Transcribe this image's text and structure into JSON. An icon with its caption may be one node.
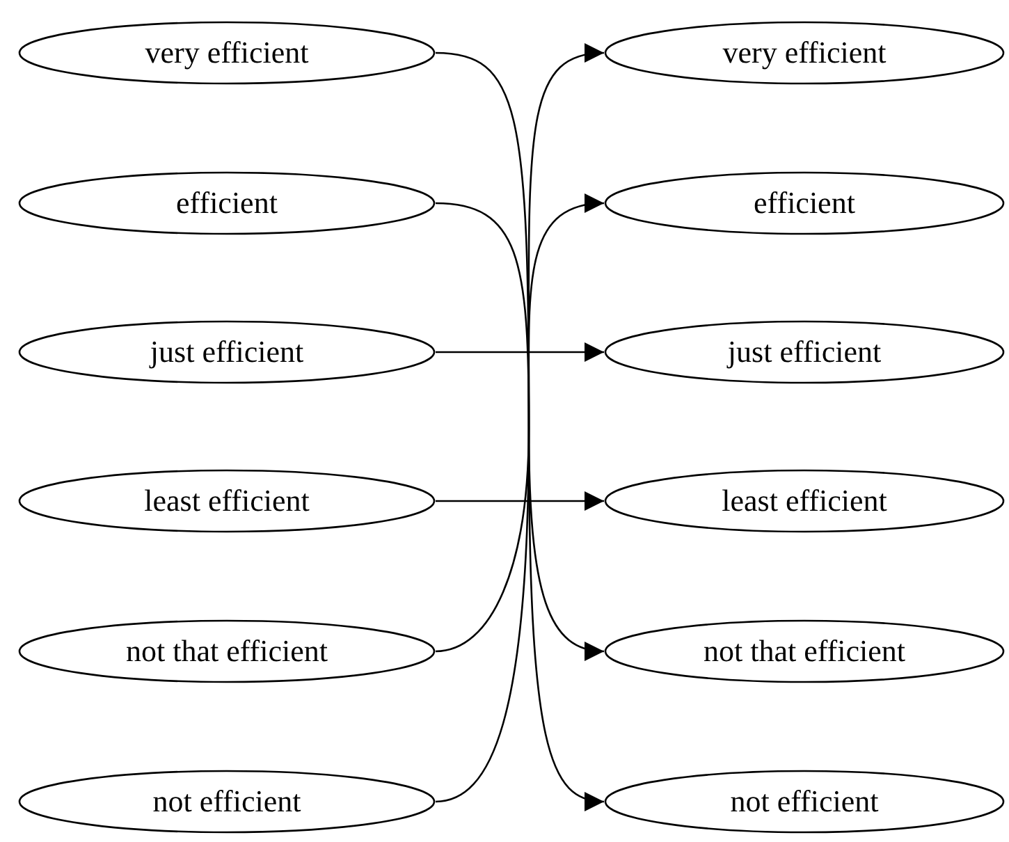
{
  "diagram": {
    "nodes": [
      {
        "text": [
          "very efficient"
        ]
      },
      {
        "text": [
          "very efficient"
        ]
      },
      {
        "text": [
          "efficient"
        ]
      },
      {
        "text": [
          "efficient"
        ]
      },
      {
        "text": [
          "just efficient"
        ]
      },
      {
        "text": [
          "just efficient"
        ]
      },
      {
        "text": [
          "least efficient"
        ]
      },
      {
        "text": [
          "least efficient"
        ]
      },
      {
        "text": [
          "not that efficient"
        ]
      },
      {
        "text": [
          "not that efficient"
        ]
      },
      {
        "text": [
          "not efficient"
        ]
      },
      {
        "text": [
          "not efficient"
        ]
      }
    ],
    "edges": [
      {
        "from": 0,
        "to": 11,
        "arrow": "to"
      },
      {
        "from": 2,
        "to": 9,
        "arrow": "to"
      },
      {
        "from": 4,
        "to": 5,
        "arrow": "to"
      },
      {
        "from": 6,
        "to": 7,
        "arrow": "to"
      },
      {
        "from": 8,
        "to": 3,
        "arrow": "to"
      },
      {
        "from": 10,
        "to": 1,
        "arrow": "to"
      }
    ]
  }
}
